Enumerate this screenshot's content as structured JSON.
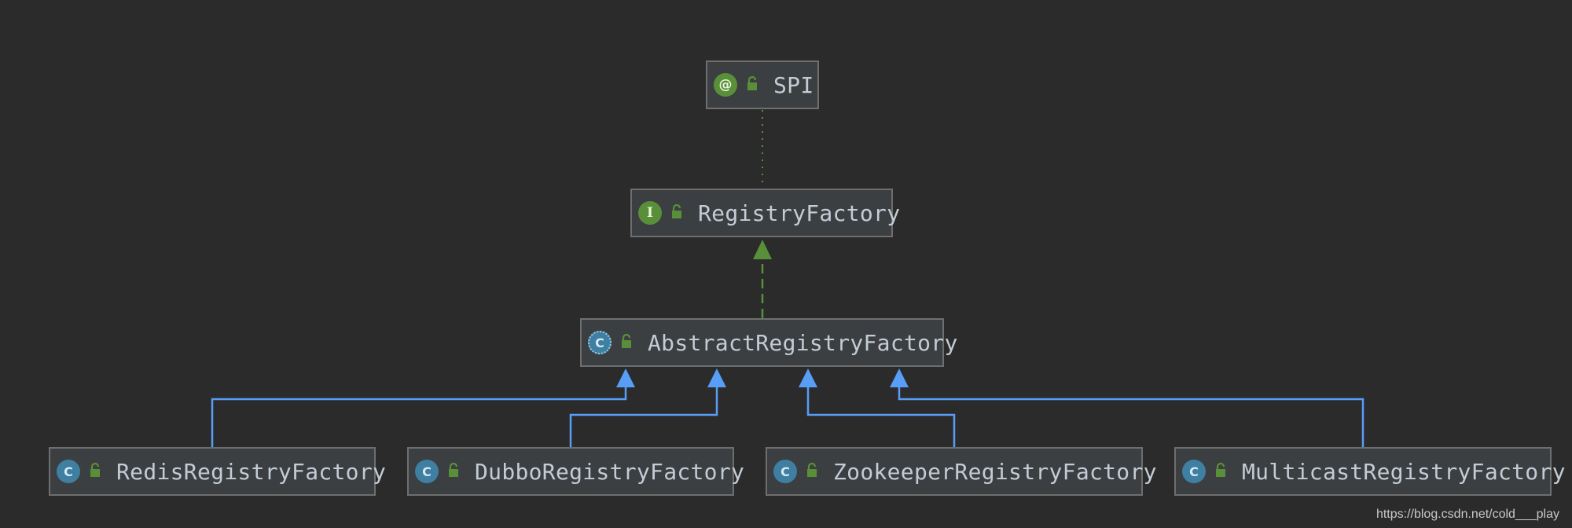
{
  "colors": {
    "background": "#2b2b2b",
    "node_fill": "#3c3f41",
    "node_border": "#6e6e6e",
    "text": "#c3ccd6",
    "extends_edge": "#589df6",
    "implements_edge": "#5a8f3a"
  },
  "nodes": {
    "spi": {
      "label": "SPI",
      "kind": "annotation",
      "badge": "@",
      "icon": "annotation-icon"
    },
    "registry_factory": {
      "label": "RegistryFactory",
      "kind": "interface",
      "badge": "I",
      "icon": "interface-icon"
    },
    "abstract_registry_factory": {
      "label": "AbstractRegistryFactory",
      "kind": "abstract-class",
      "badge": "C",
      "icon": "abstract-class-icon"
    },
    "redis": {
      "label": "RedisRegistryFactory",
      "kind": "class",
      "badge": "C",
      "icon": "class-icon"
    },
    "dubbo": {
      "label": "DubboRegistryFactory",
      "kind": "class",
      "badge": "C",
      "icon": "class-icon"
    },
    "zookeeper": {
      "label": "ZookeeperRegistryFactory",
      "kind": "class",
      "badge": "C",
      "icon": "class-icon"
    },
    "multicast": {
      "label": "MulticastRegistryFactory",
      "kind": "class",
      "badge": "C",
      "icon": "class-icon"
    }
  },
  "edges": [
    {
      "from": "registry_factory",
      "to": "spi",
      "type": "annotated-by",
      "style": "dotted"
    },
    {
      "from": "abstract_registry_factory",
      "to": "registry_factory",
      "type": "implements",
      "style": "dashed"
    },
    {
      "from": "redis",
      "to": "abstract_registry_factory",
      "type": "extends",
      "style": "solid"
    },
    {
      "from": "dubbo",
      "to": "abstract_registry_factory",
      "type": "extends",
      "style": "solid"
    },
    {
      "from": "zookeeper",
      "to": "abstract_registry_factory",
      "type": "extends",
      "style": "solid"
    },
    {
      "from": "multicast",
      "to": "abstract_registry_factory",
      "type": "extends",
      "style": "solid"
    }
  ],
  "watermark": "https://blog.csdn.net/cold___play"
}
